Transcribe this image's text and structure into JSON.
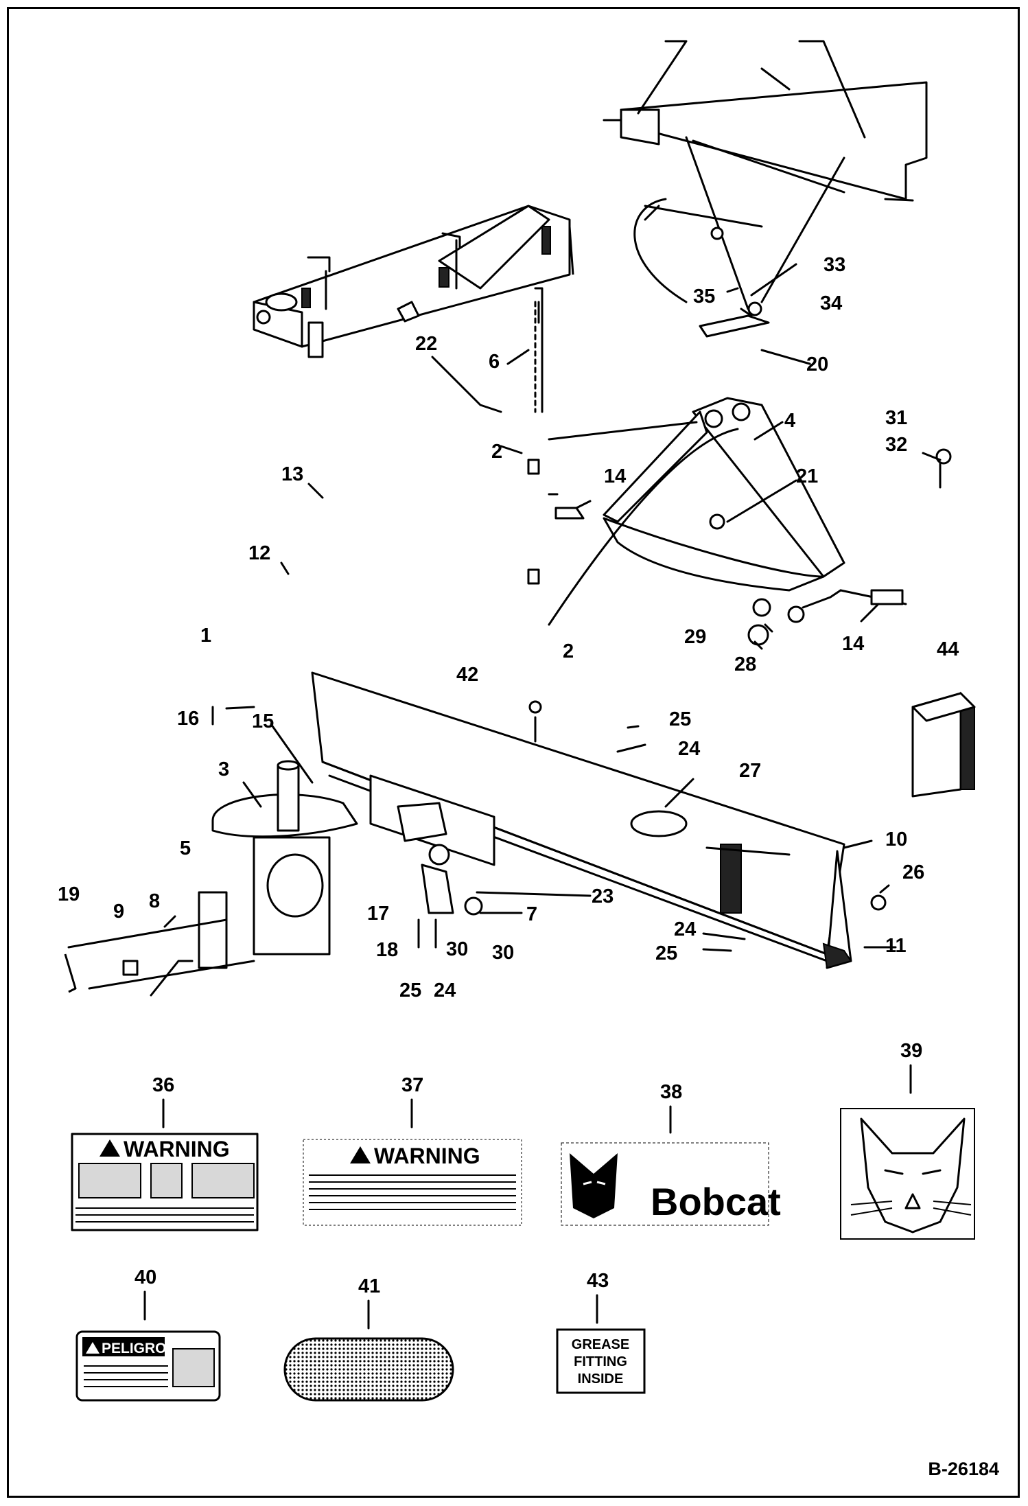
{
  "callouts": {
    "c1": "1",
    "c2a": "2",
    "c2b": "2",
    "c3": "3",
    "c4": "4",
    "c5": "5",
    "c6": "6",
    "c7": "7",
    "c8": "8",
    "c9": "9",
    "c10": "10",
    "c11": "11",
    "c12": "12",
    "c13": "13",
    "c14a": "14",
    "c14b": "14",
    "c15": "15",
    "c16": "16",
    "c17": "17",
    "c18": "18",
    "c19": "19",
    "c20": "20",
    "c21": "21",
    "c22": "22",
    "c23": "23",
    "c24a": "24",
    "c24b": "24",
    "c24c": "24",
    "c25a": "25",
    "c25b": "25",
    "c25c": "25",
    "c26": "26",
    "c27": "27",
    "c28": "28",
    "c29": "29",
    "c30a": "30",
    "c30b": "30",
    "c31": "31",
    "c32": "32",
    "c33": "33",
    "c34": "34",
    "c35": "35",
    "c36": "36",
    "c37": "37",
    "c38": "38",
    "c39": "39",
    "c40": "40",
    "c41": "41",
    "c42": "42",
    "c43": "43",
    "c44": "44"
  },
  "decals": {
    "warning_36": "WARNING",
    "warning_37": "WARNING",
    "bobcat_brand": "Bobcat",
    "peligro": "PELIGRO",
    "grease_line1": "GREASE",
    "grease_line2": "FITTING",
    "grease_line3": "INSIDE"
  },
  "drawing_number": "B-26184",
  "colors": {
    "ink": "#000000",
    "paper": "#ffffff"
  }
}
